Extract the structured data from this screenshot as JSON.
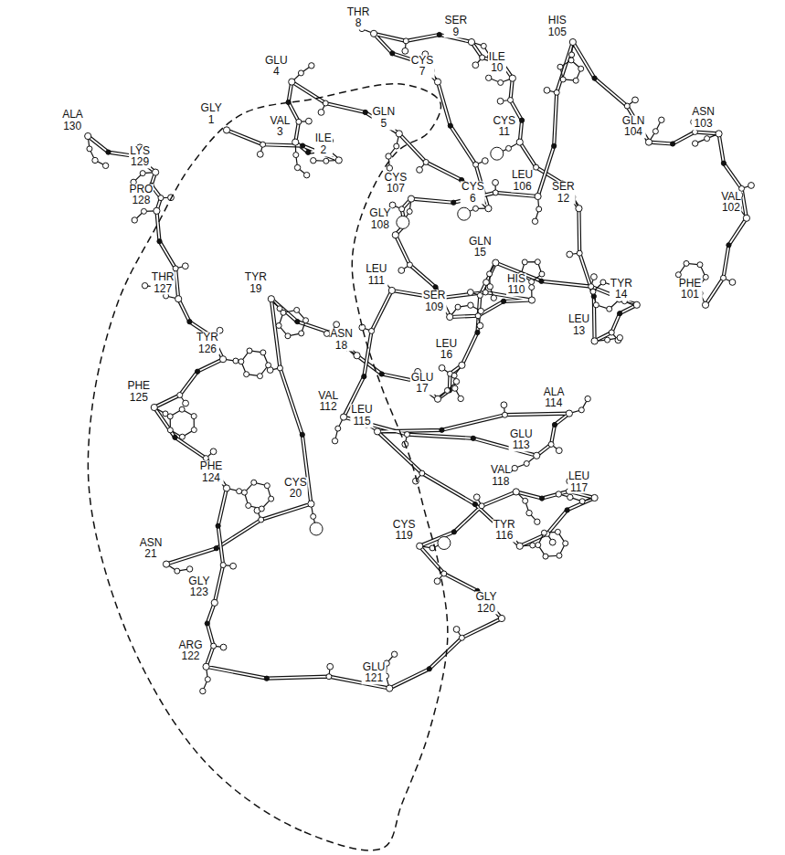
{
  "diagram": {
    "labels": [
      "GLY 1",
      "ILE 2",
      "VAL 3",
      "GLU 4",
      "GLN 5",
      "CYS 6",
      "CYS 7",
      "THR 8",
      "SER 9",
      "ILE 10",
      "CYS 11",
      "SER 12",
      "LEU 13",
      "TYR 14",
      "GLN 15",
      "LEU 16",
      "GLU 17",
      "ASN 18",
      "TYR 19",
      "CYS 20",
      "ASN 21",
      "PHE 101",
      "VAL 102",
      "ASN 103",
      "GLN 104",
      "HIS 105",
      "LEU 106",
      "CYS 107",
      "GLY 108",
      "SER 109",
      "HIS 110",
      "LEU 111",
      "VAL 112",
      "GLU 113",
      "ALA 114",
      "LEU 115",
      "TYR 116",
      "LEU 117",
      "VAL 118",
      "CYS 119",
      "GLY 120",
      "GLU 121",
      "ARG 122",
      "GLY 123",
      "PHE 124",
      "PHE 125",
      "TYR 126",
      "THR 127",
      "PRO 128",
      "LYS 129",
      "ALA 130"
    ]
  }
}
